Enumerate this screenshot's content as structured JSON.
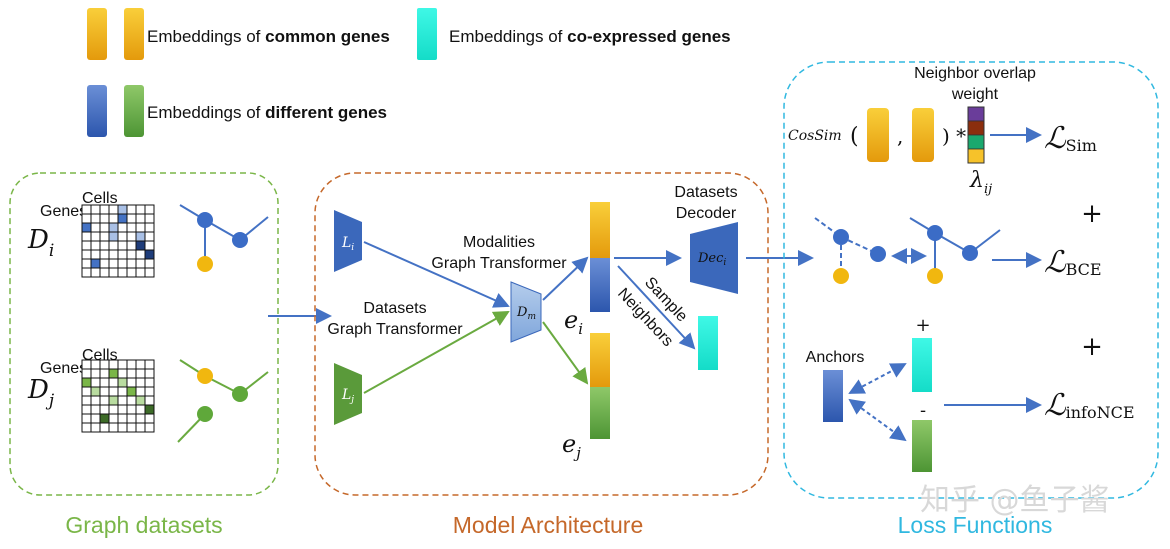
{
  "legend": {
    "common": {
      "prefix": "Embeddings of ",
      "bold": "common genes"
    },
    "coexpressed": {
      "prefix": "Embeddings of ",
      "bold": "co-expressed genes"
    },
    "different": {
      "prefix": "Embeddings of ",
      "bold": "different genes"
    }
  },
  "graph_datasets": {
    "title": "Graph datasets",
    "di": {
      "symbol": "D",
      "sub": "i",
      "genes": "Genes",
      "cells": "Cells"
    },
    "dj": {
      "symbol": "D",
      "sub": "j",
      "genes": "Genes",
      "cells": "Cells"
    }
  },
  "model": {
    "title": "Model Architecture",
    "li": {
      "symbol": "L",
      "sub": "i"
    },
    "lj": {
      "symbol": "L",
      "sub": "j"
    },
    "dm": {
      "symbol": "D",
      "sub": "m"
    },
    "dec": {
      "symbol": "Dec",
      "sub": "i"
    },
    "modalities": [
      "Modalities",
      "Graph Transformer"
    ],
    "datasets_gt": [
      "Datasets",
      "Graph Transformer"
    ],
    "datasets_decoder": [
      "Datasets",
      "Decoder"
    ],
    "sample": "Sample",
    "neighbors": "Neighbors",
    "ei": {
      "symbol": "e",
      "sub": "i"
    },
    "ej": {
      "symbol": "e",
      "sub": "j"
    }
  },
  "loss": {
    "title": "Loss Functions",
    "neighbor_overlap": [
      "Neighbor overlap",
      "weight"
    ],
    "cossim": "CosSim",
    "open_paren": "(",
    "comma": ",",
    "close_star": ") *",
    "lambda": {
      "symbol": "λ",
      "sub": "ij"
    },
    "l_sim": {
      "symbol": "ℒ",
      "sub": "Sim"
    },
    "l_bce": {
      "symbol": "ℒ",
      "sub": "BCE"
    },
    "l_infonce": {
      "symbol": "ℒ",
      "sub": "infoNCE"
    },
    "plus": "+",
    "anchors": "Anchors",
    "pos": "+",
    "neg": "-"
  },
  "watermark": "知乎 @鱼子酱",
  "colors": {
    "common_gradient": [
      "#f6c22a",
      "#e39e10"
    ],
    "coexpressed": "#1ef0dc",
    "blue_gradient": [
      "#5b82d0",
      "#2f5bb0"
    ],
    "green_gradient": [
      "#7fbc5a",
      "#4e9a36"
    ],
    "green_frame": "#7ab648",
    "orange_frame": "#c5682a",
    "cyan_frame": "#30b8e0",
    "arrow_blue": "#4472c4",
    "arrow_green": "#6aaa40"
  }
}
